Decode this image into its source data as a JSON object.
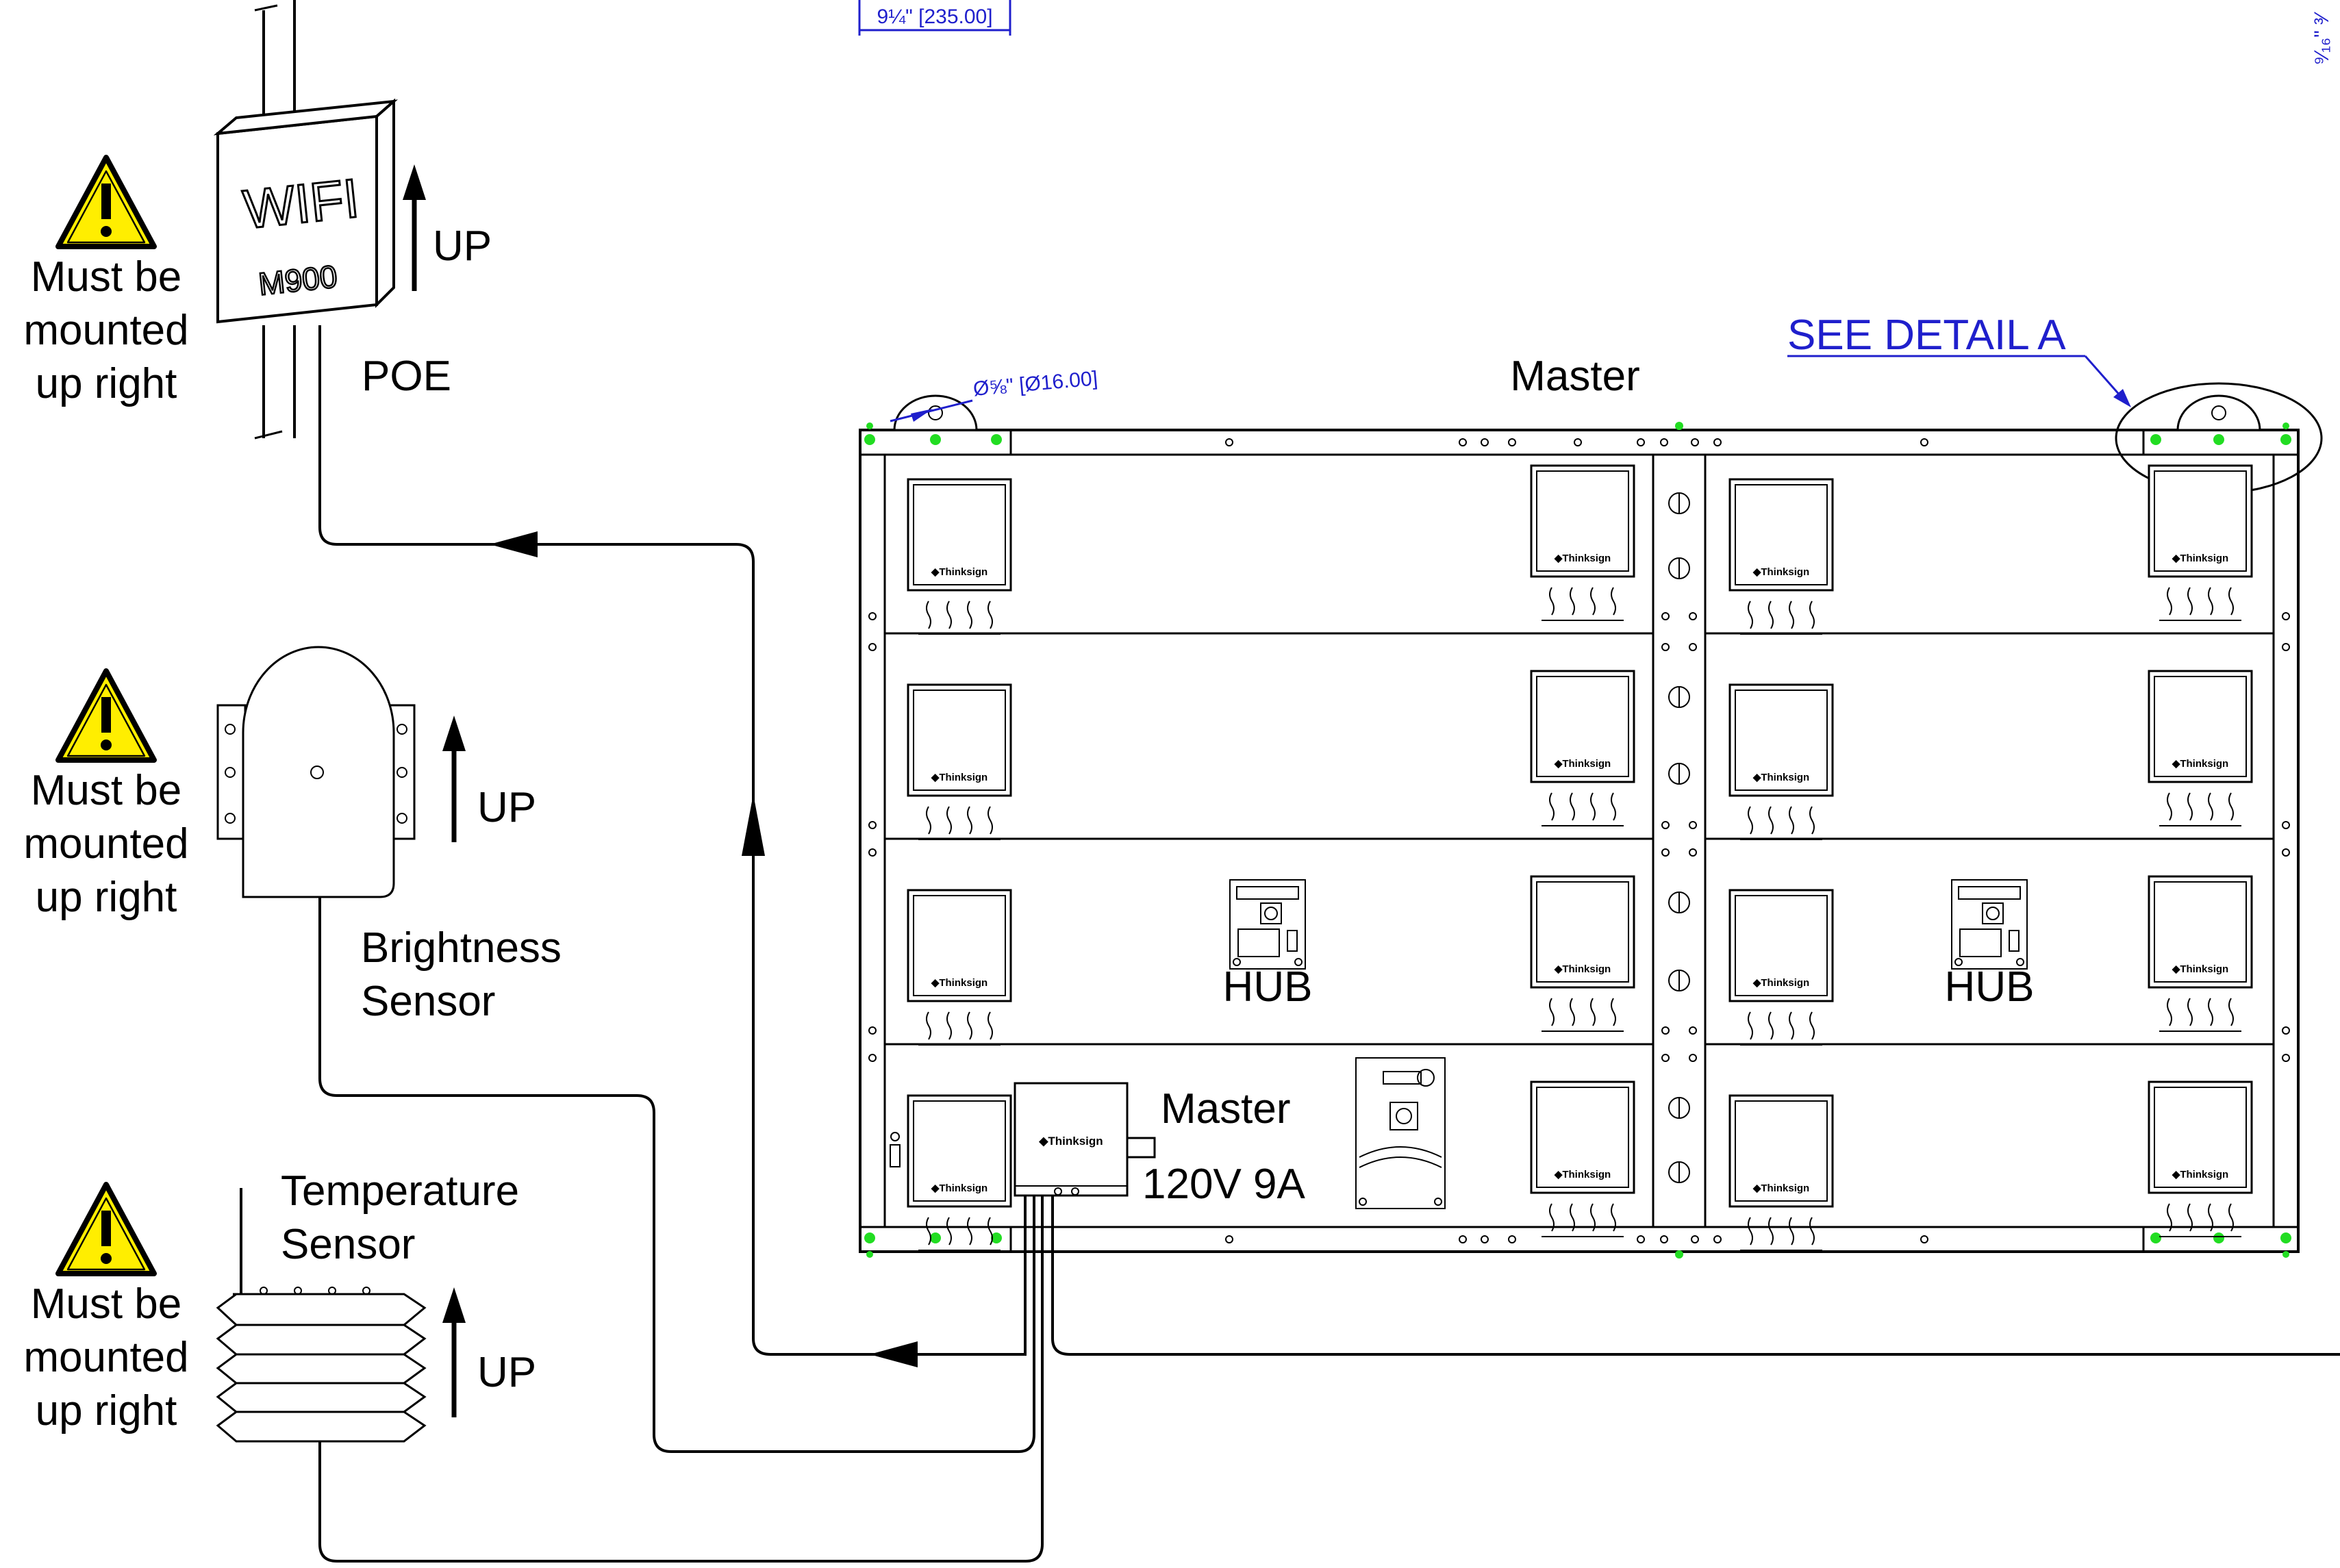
{
  "dimension_top": "9¼\" [235.00]",
  "dimension_right": "⁹⁄₁₆\" ³⁄",
  "hole_dimension": "Ø⅝\" [Ø16.00]",
  "see_detail": "SEE DETAIL A",
  "warning_text": [
    "Must be",
    "mounted",
    "up right"
  ],
  "up_label": "UP",
  "wifi": {
    "line1": "WIFI",
    "line2": "M900",
    "connection": "POE"
  },
  "brightness_sensor": [
    "Brightness",
    "Sensor"
  ],
  "temperature_sensor": [
    "Temperature",
    "Sensor"
  ],
  "sign_top_label": "Master",
  "hub_label": "HUB",
  "power_box": {
    "name": "Master",
    "rating": "120V 9A"
  },
  "module_brand": "Thinksign",
  "colors": {
    "line": "#000000",
    "dimension": "#1f1fcc",
    "mount_dot": "#22dd22",
    "warning_fill": "#ffee00"
  }
}
